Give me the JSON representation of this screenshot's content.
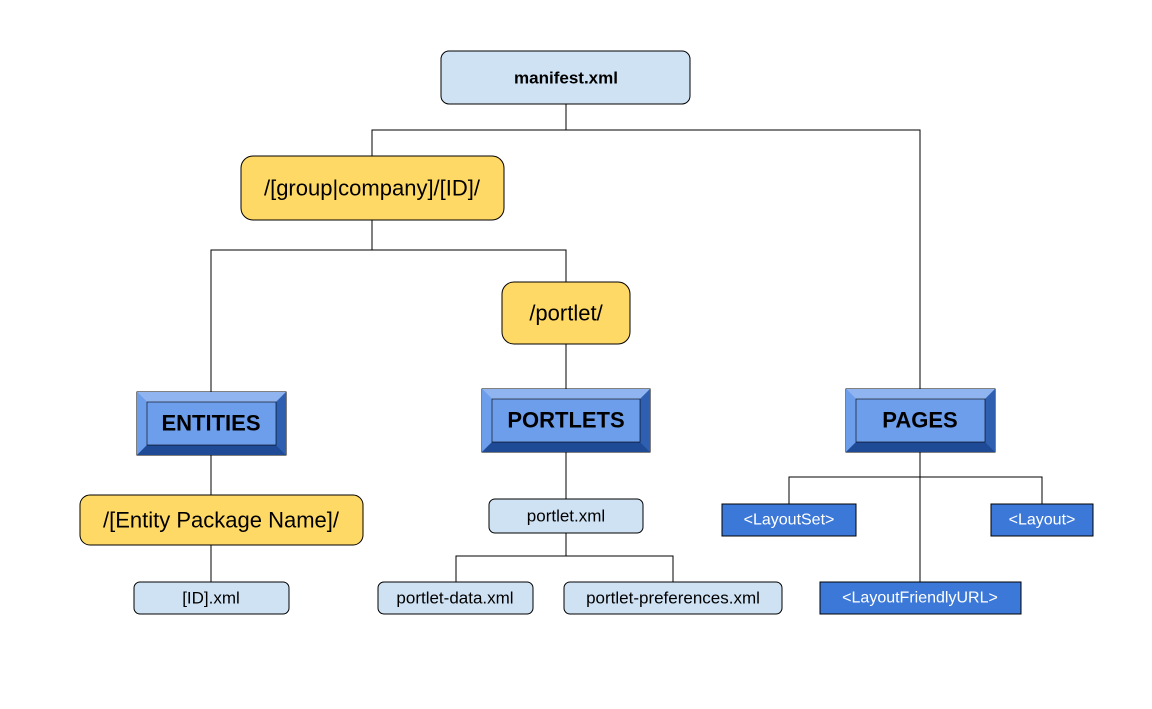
{
  "colors": {
    "light_blue": "#cfe2f3",
    "yellow": "#ffd966",
    "blue_face": "#6d9eeb",
    "blue_dark": "#3c78d8",
    "line": "#000000"
  },
  "nodes": {
    "manifest": "manifest.xml",
    "group_company": "/[group|company]/[ID]/",
    "portlet_folder": "/portlet/",
    "entities": "ENTITIES",
    "portlets": "PORTLETS",
    "pages": "PAGES",
    "entity_package": "/[Entity Package Name]/",
    "id_xml": "[ID].xml",
    "portlet_xml": "portlet.xml",
    "portlet_data_xml": "portlet-data.xml",
    "portlet_preferences_xml": "portlet-preferences.xml",
    "layout_set": "<LayoutSet>",
    "layout": "<Layout>",
    "layout_friendly_url": "<LayoutFriendlyURL>"
  }
}
